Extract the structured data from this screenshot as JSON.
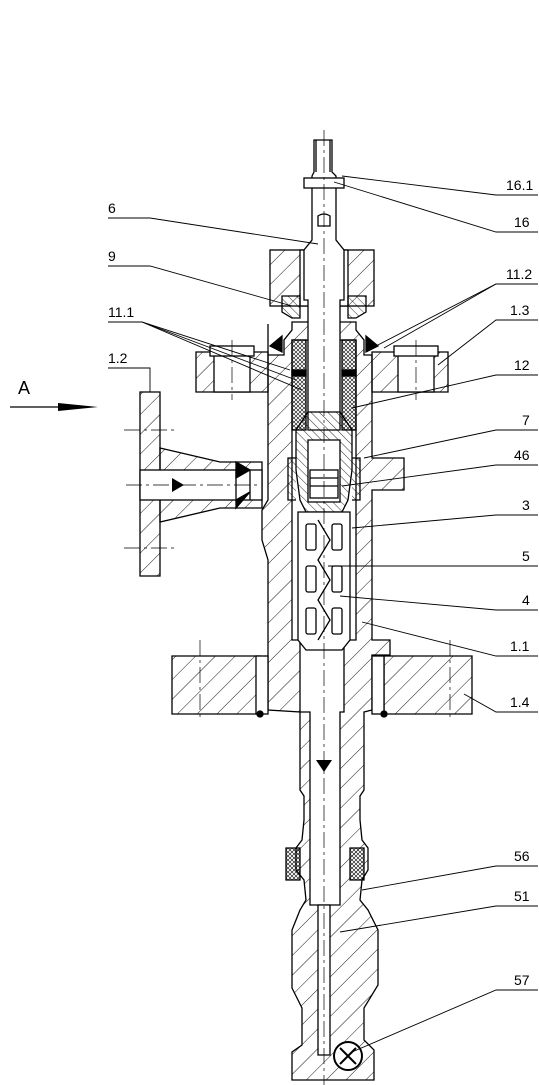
{
  "view_label": "A",
  "callouts": [
    {
      "id": "16.1",
      "text": "16.1"
    },
    {
      "id": "16",
      "text": "16"
    },
    {
      "id": "6",
      "text": "6"
    },
    {
      "id": "9",
      "text": "9"
    },
    {
      "id": "11.2",
      "text": "11.2"
    },
    {
      "id": "11.1",
      "text": "11.1"
    },
    {
      "id": "1.3",
      "text": "1.3"
    },
    {
      "id": "1.2",
      "text": "1.2"
    },
    {
      "id": "12",
      "text": "12"
    },
    {
      "id": "7",
      "text": "7"
    },
    {
      "id": "46",
      "text": "46"
    },
    {
      "id": "3",
      "text": "3"
    },
    {
      "id": "5",
      "text": "5"
    },
    {
      "id": "4",
      "text": "4"
    },
    {
      "id": "1.1",
      "text": "1.1"
    },
    {
      "id": "1.4",
      "text": "1.4"
    },
    {
      "id": "56",
      "text": "56"
    },
    {
      "id": "51",
      "text": "51"
    },
    {
      "id": "57",
      "text": "57"
    }
  ],
  "colors": {
    "line": "#000000",
    "background": "#ffffff"
  }
}
